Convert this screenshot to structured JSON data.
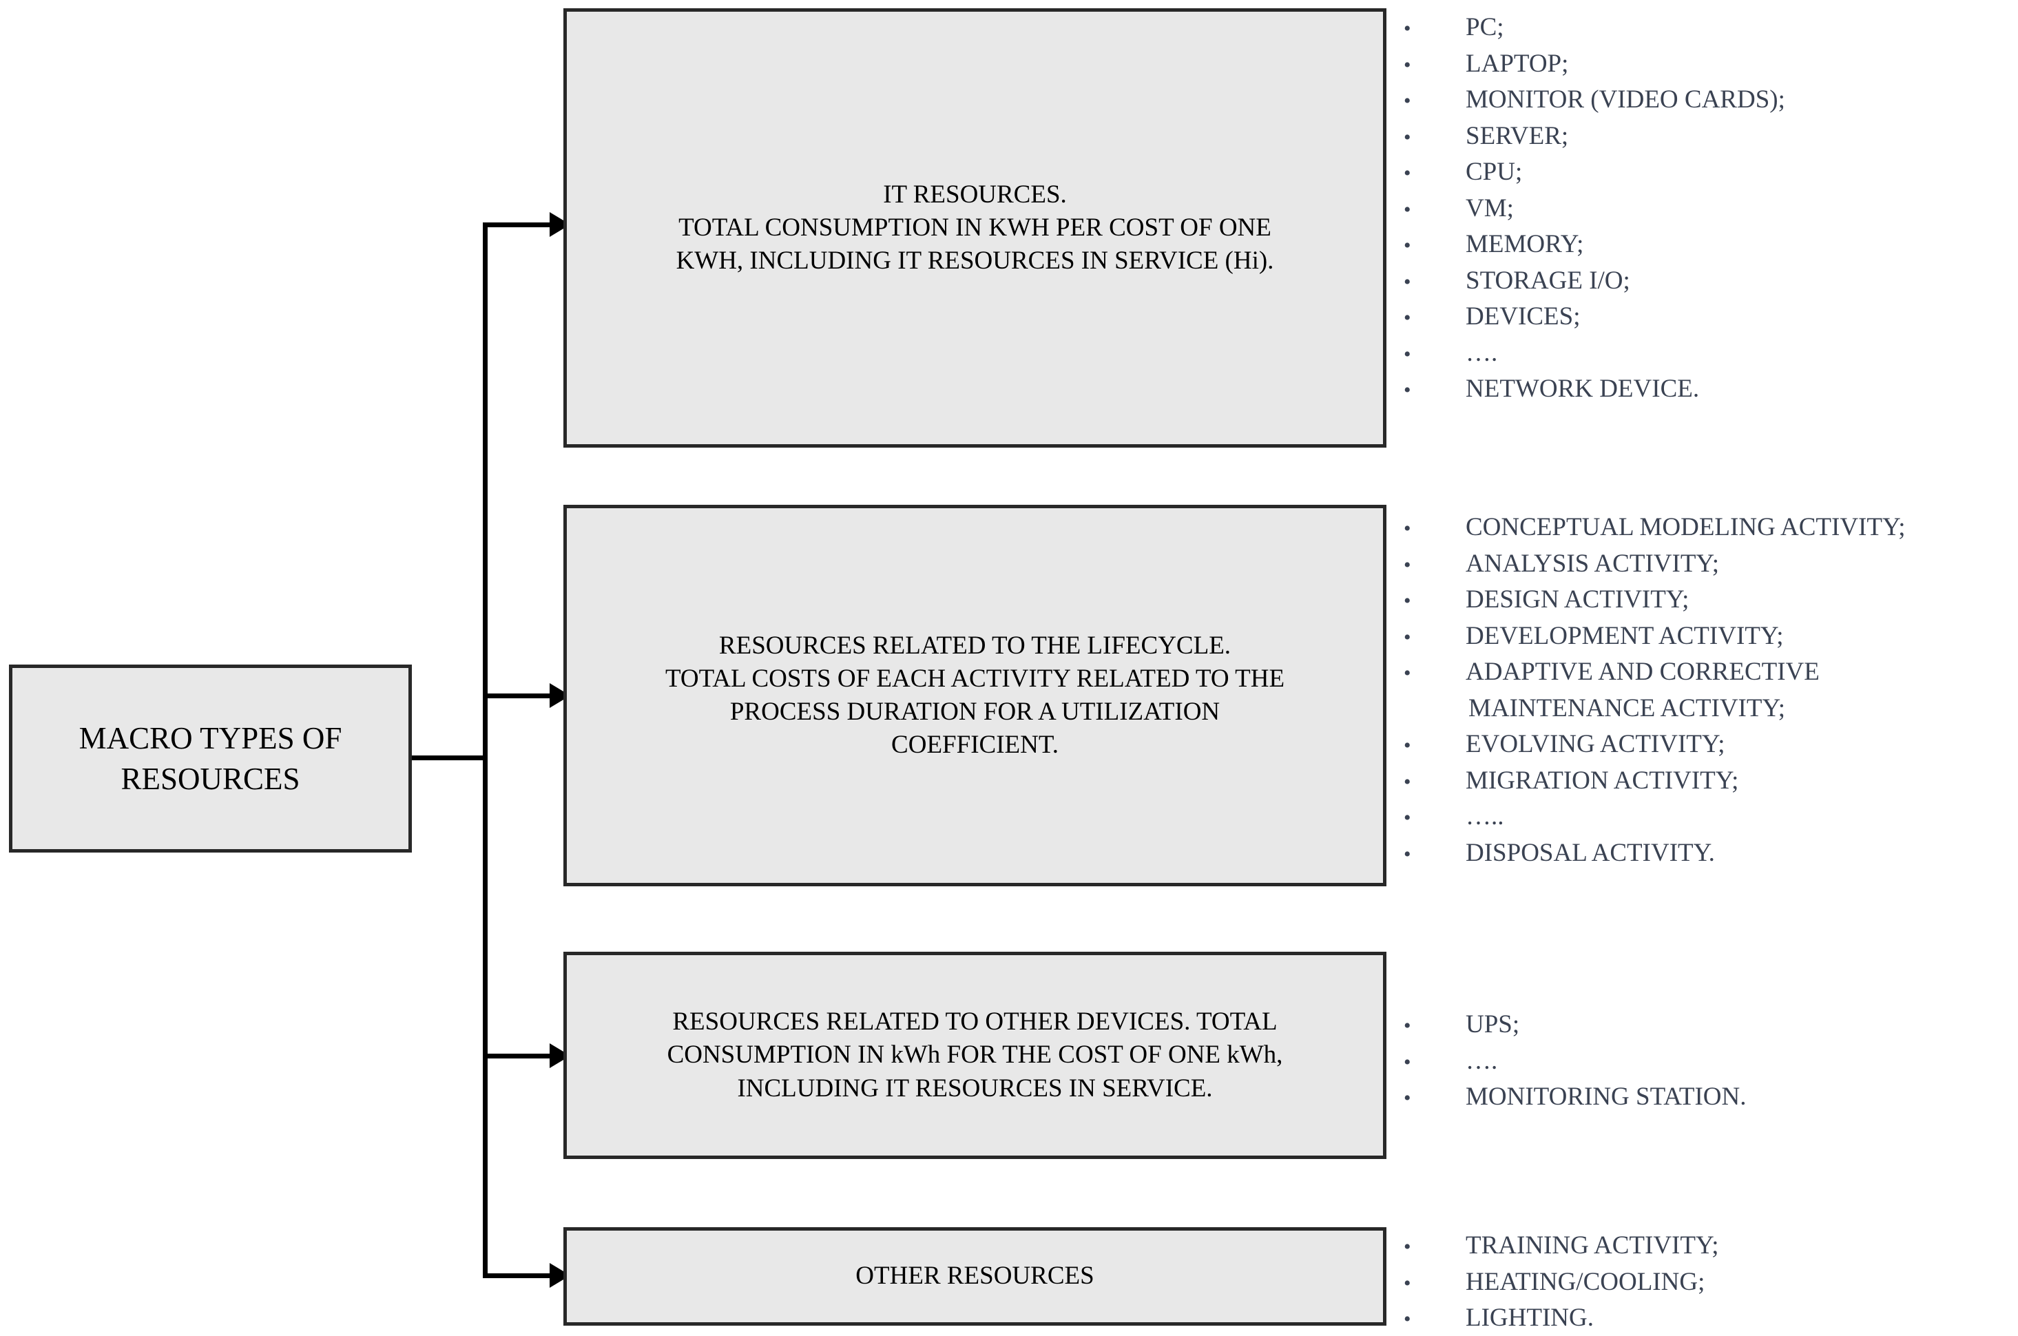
{
  "diagram": {
    "title": "MACRO TYPES OF RESOURCES",
    "root": {
      "label": "MACRO TYPES OF\nRESOURCES"
    },
    "nodes": [
      {
        "id": "it-resources",
        "label": "IT RESOURCES.\nTOTAL CONSUMPTION IN KWH PER COST OF ONE\nKWH, INCLUDING IT RESOURCES IN SERVICE (Hi).",
        "items": [
          "PC;",
          "LAPTOP;",
          "MONITOR (VIDEO CARDS);",
          "SERVER;",
          "CPU;",
          "VM;",
          "MEMORY;",
          "STORAGE I/O;",
          "DEVICES;",
          "….",
          "NETWORK DEVICE."
        ]
      },
      {
        "id": "lifecycle-resources",
        "label": "RESOURCES RELATED TO THE LIFECYCLE.\nTOTAL COSTS OF EACH ACTIVITY RELATED TO THE\nPROCESS DURATION FOR A UTILIZATION\nCOEFFICIENT.",
        "items": [
          "CONCEPTUAL MODELING ACTIVITY;",
          "ANALYSIS ACTIVITY;",
          "DESIGN ACTIVITY;",
          "DEVELOPMENT ACTIVITY;",
          "ADAPTIVE AND CORRECTIVE",
          "MAINTENANCE ACTIVITY;",
          "EVOLVING ACTIVITY;",
          "MIGRATION ACTIVITY;",
          "…..",
          "DISPOSAL ACTIVITY."
        ],
        "continuation_indices": [
          5
        ]
      },
      {
        "id": "other-devices-resources",
        "label": "RESOURCES RELATED TO OTHER DEVICES. TOTAL\nCONSUMPTION IN kWh FOR THE COST OF ONE kWh,\nINCLUDING IT RESOURCES IN SERVICE.",
        "items": [
          "UPS;",
          "….",
          "MONITORING STATION."
        ]
      },
      {
        "id": "other-resources",
        "label": "OTHER RESOURCES",
        "items": [
          "TRAINING ACTIVITY;",
          "HEATING/COOLING;",
          "LIGHTING."
        ]
      }
    ],
    "colors": {
      "box_fill": "#e8e8e8",
      "box_border": "#282828",
      "box_text": "#000000",
      "bullet_text": "#3a4252",
      "connector": "#000000",
      "background": "#ffffff"
    }
  }
}
